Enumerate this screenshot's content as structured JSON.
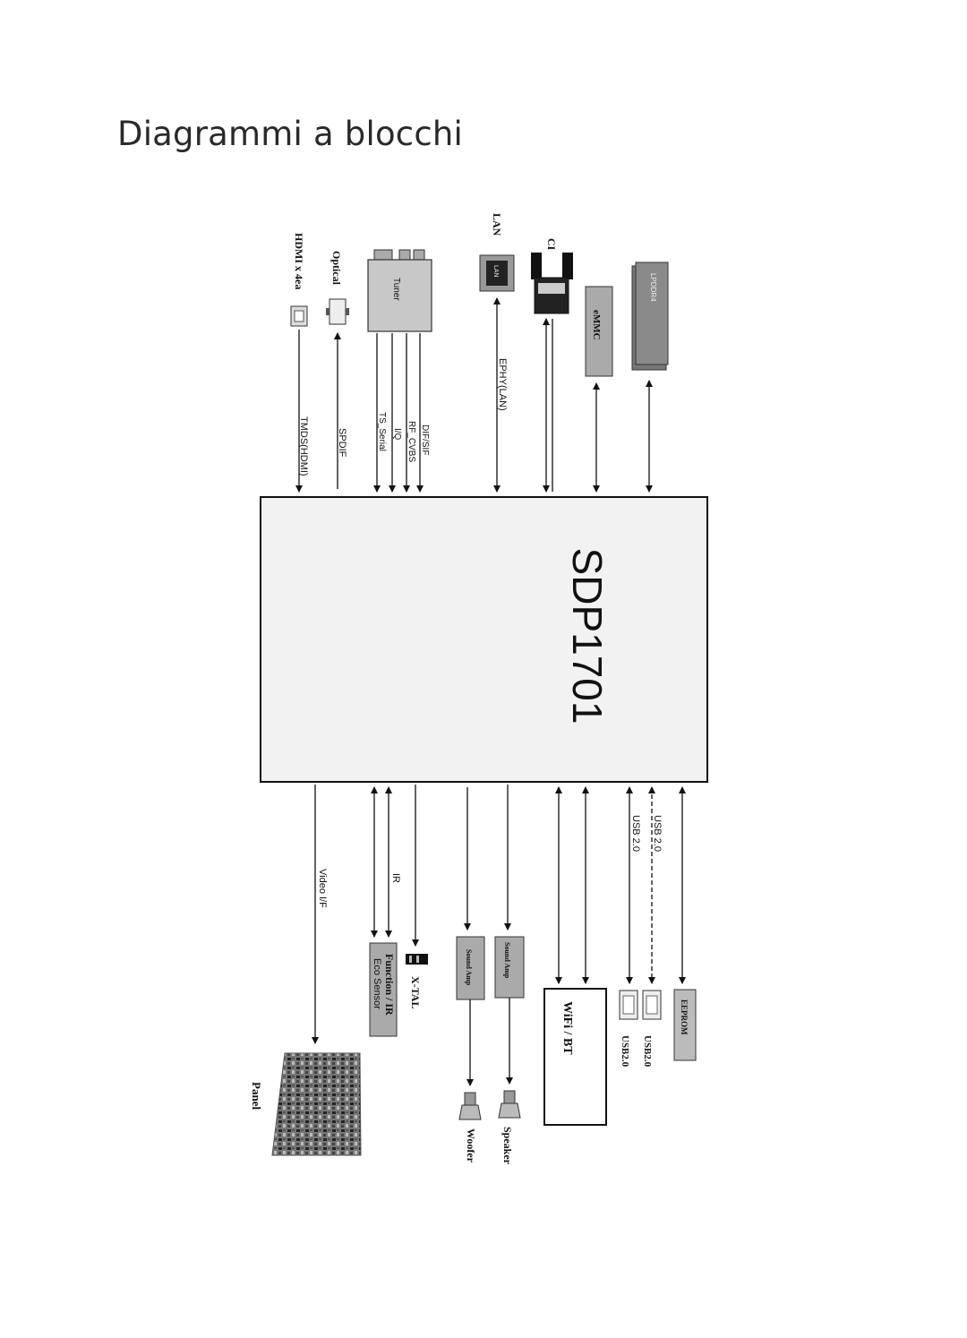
{
  "page": {
    "title": "Diagrammi a blocchi"
  },
  "diagram": {
    "soc": {
      "label": "SDP1701"
    },
    "inputs": {
      "hdmi": "HDMI x 4ea",
      "optical": "Optical",
      "tuner": "Tuner",
      "lan": "LAN",
      "lan_port": "LAN",
      "ci": "CI",
      "emmc": "eMMC",
      "lpddr4": "LPDDR4"
    },
    "input_signals": {
      "tmds": "TMDS(HDMI)",
      "spdif": "SPDIF",
      "ts_serial": "TS_Serial",
      "iq": "I/Q",
      "rf_cvbs": "RF_CVBS",
      "dif_sif": "DIF/SIF",
      "ephy": "EPHY(LAN)"
    },
    "outputs": {
      "panel": "Panel",
      "function_ir": "Function / IR",
      "eco_sensor": "Eco Sensor",
      "xtal": "X-TAL",
      "sound_amp_1": "Sound Amp",
      "sound_amp_2": "Sound Amp",
      "woofer": "Woofer",
      "speaker": "Speaker",
      "wifi_bt": "WiFi / BT",
      "usb_a": "USB2.0",
      "usb_b": "USB2.0",
      "eeprom": "EEPROM"
    },
    "output_signals": {
      "video": "Video I/F",
      "ir": "IR",
      "usb_1": "USB 2.0",
      "usb_2": "USB 2.0"
    }
  }
}
